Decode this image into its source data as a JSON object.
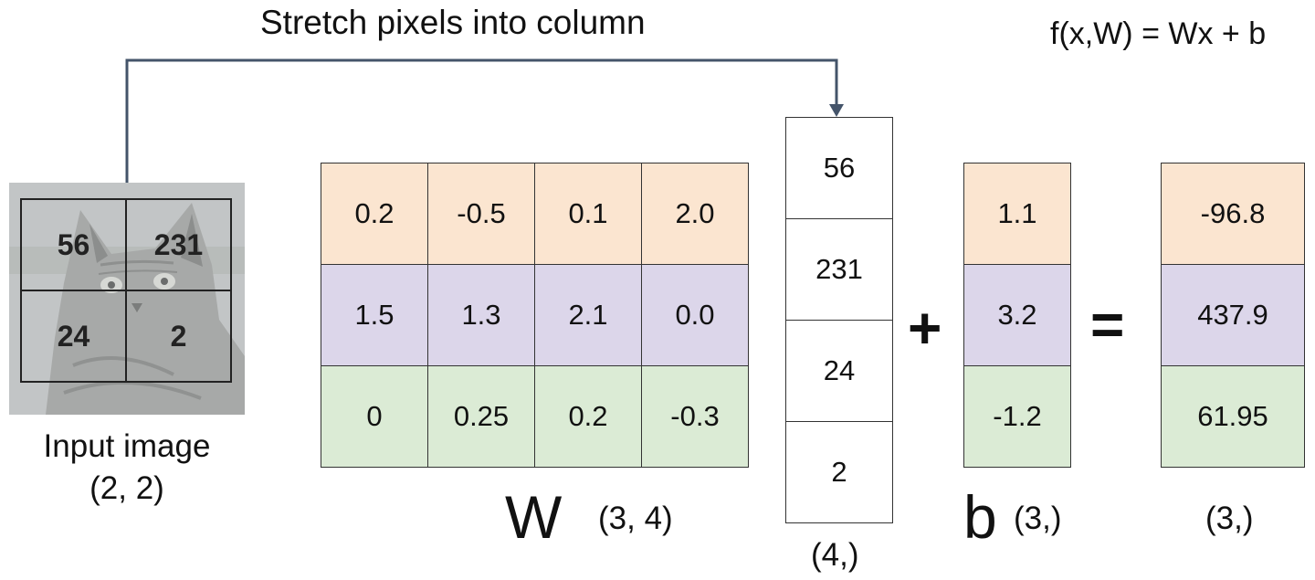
{
  "title": "Stretch pixels into column",
  "formula": "f(x,W) = Wx + b",
  "input_image": {
    "pixels": [
      "56",
      "231",
      "24",
      "2"
    ],
    "caption_line1": "Input image",
    "caption_line2": "(2, 2)"
  },
  "weights": {
    "label": "W",
    "shape": "(3, 4)",
    "rows": [
      [
        "0.2",
        "-0.5",
        "0.1",
        "2.0"
      ],
      [
        "1.5",
        "1.3",
        "2.1",
        "0.0"
      ],
      [
        "0",
        "0.25",
        "0.2",
        "-0.3"
      ]
    ]
  },
  "input_vector": {
    "values": [
      "56",
      "231",
      "24",
      "2"
    ],
    "shape": "(4,)"
  },
  "operators": {
    "plus": "+",
    "equals": "="
  },
  "bias": {
    "label": "b",
    "shape": "(3,)",
    "values": [
      "1.1",
      "3.2",
      "-1.2"
    ]
  },
  "result": {
    "shape": "(3,)",
    "values": [
      "-96.8",
      "437.9",
      "61.95"
    ]
  },
  "colors": {
    "row_0": "#fbe5d0",
    "row_1": "#dcd6ea",
    "row_2": "#dbebd5",
    "connector": "#44546a"
  }
}
